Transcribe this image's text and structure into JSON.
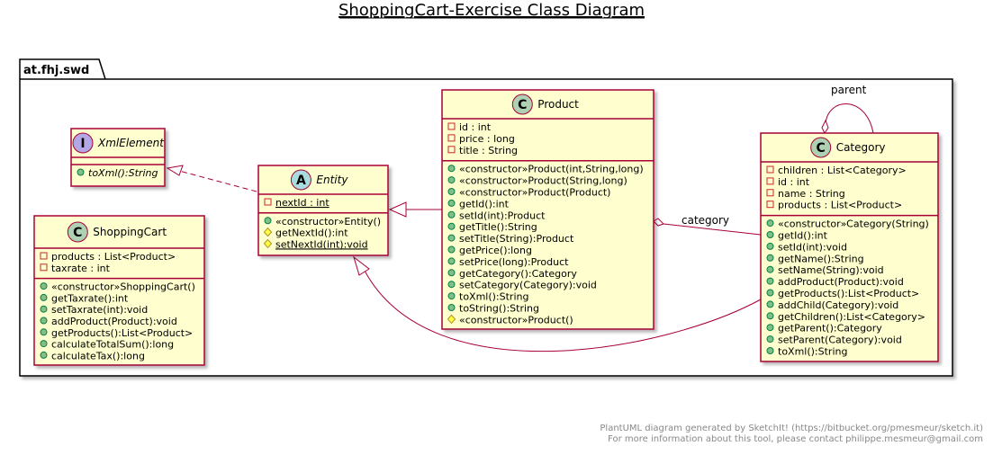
{
  "diagram_title": "ShoppingCart-Exercise Class Diagram",
  "package": {
    "name": "at.fhj.swd"
  },
  "classes": {
    "xmlelement": {
      "stereotype_letter": "I",
      "name": "XmlElement",
      "fields": [],
      "methods": [
        "toXml():String"
      ]
    },
    "shoppingcart": {
      "stereotype_letter": "C",
      "name": "ShoppingCart",
      "fields": [
        "products : List<Product>",
        "taxrate : int"
      ],
      "methods": [
        "«constructor»ShoppingCart()",
        "getTaxrate():int",
        "setTaxrate(int):void",
        "addProduct(Product):void",
        "getProducts():List<Product>",
        "calculateTotalSum():long",
        "calculateTax():long"
      ]
    },
    "entity": {
      "stereotype_letter": "A",
      "name": "Entity",
      "fields": [
        "nextId : int"
      ],
      "methods": [
        "«constructor»Entity()",
        "getNextId():int",
        "setNextId(int):void"
      ]
    },
    "product": {
      "stereotype_letter": "C",
      "name": "Product",
      "fields": [
        "id : int",
        "price : long",
        "title : String"
      ],
      "methods": [
        "«constructor»Product(int,String,long)",
        "«constructor»Product(String,long)",
        "«constructor»Product(Product)",
        "getId():int",
        "setId(int):Product",
        "getTitle():String",
        "setTitle(String):Product",
        "getPrice():long",
        "setPrice(long):Product",
        "getCategory():Category",
        "setCategory(Category):void",
        "toXml():String",
        "toString():String",
        "«constructor»Product()"
      ]
    },
    "category": {
      "stereotype_letter": "C",
      "name": "Category",
      "fields": [
        "children : List<Category>",
        "id : int",
        "name : String",
        "products : List<Product>"
      ],
      "methods": [
        "«constructor»Category(String)",
        "getId():int",
        "setId(int):void",
        "getName():String",
        "setName(String):void",
        "addProduct(Product):void",
        "getProducts():List<Product>",
        "addChild(Category):void",
        "getChildren():List<Category>",
        "getParent():Category",
        "setParent(Category):void",
        "toXml():String"
      ]
    }
  },
  "relations": {
    "parent_label": "parent",
    "category_label": "category"
  },
  "footer": {
    "line1": "PlantUML diagram generated by SketchIt! (https://bitbucket.org/pmesmeur/sketch.it)",
    "line2": "For more information about this tool, please contact philippe.mesmeur@gmail.com"
  },
  "colors": {
    "class_fill": "#FEFECE",
    "class_border": "#A80036",
    "interface_circle": "#B4A7E5",
    "abstract_circle": "#A9DCDF",
    "class_circle": "#ADD1B2"
  }
}
